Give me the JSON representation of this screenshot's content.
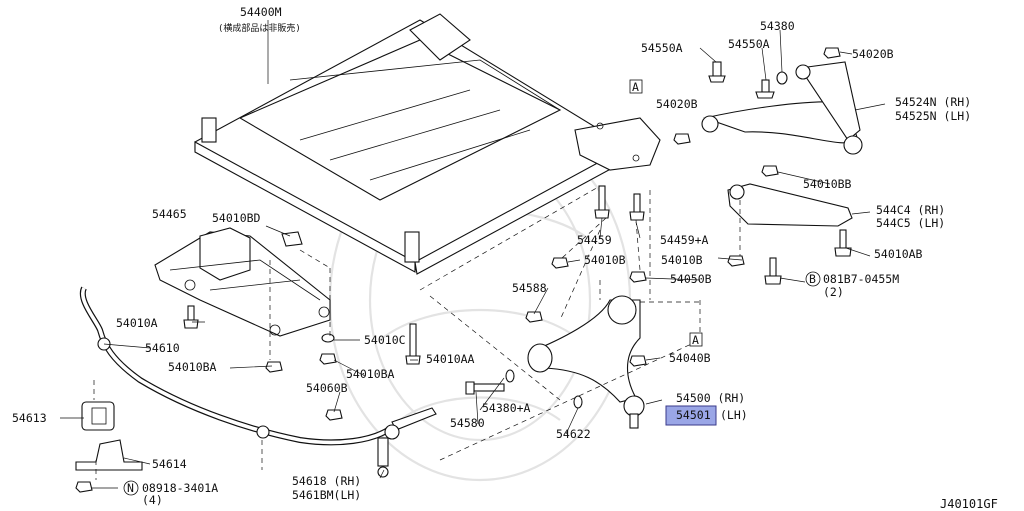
{
  "diagram": {
    "labels": {
      "p54400M": "54400M",
      "p54400M_note": "(横成部品は非販売)",
      "p54380": "54380",
      "p54550A_1": "54550A",
      "p54550A_2": "54550A",
      "p54020B_1": "54020B",
      "p54020B_2": "54020B",
      "p54524N": "54524N (RH)",
      "p54525N": "54525N (LH)",
      "p54010BB": "54010BB",
      "p544C4": "544C4 (RH)",
      "p544C5": "544C5 (LH)",
      "p54010AB": "54010AB",
      "p08187": "081B7-0455M",
      "p08187_qty": "(2)",
      "p54465": "54465",
      "p54010BD": "54010BD",
      "p54459": "54459",
      "p54459A": "54459+A",
      "p54010B_1": "54010B",
      "p54010B_2": "54010B",
      "p54050B": "54050B",
      "p54588": "54588",
      "p54010A": "54010A",
      "p54610": "54610",
      "p54010C": "54010C",
      "p54010AA": "54010AA",
      "p54010BA_1": "54010BA",
      "p54010BA_2": "54010BA",
      "p54040B": "54040B",
      "p54060B": "54060B",
      "p54500": "54500 (RH)",
      "p54501": "54501",
      "p54501_side": "(LH)",
      "p54380A": "54380+A",
      "p54613": "54613",
      "p54580": "54580",
      "p54622": "54622",
      "p54614": "54614",
      "p54618": "54618 (RH)",
      "p5461BM": "5461BM(LH)",
      "p08918": "08918-3401A",
      "p08918_qty": "(4)",
      "ref_a1": "A",
      "ref_a2": "A",
      "circle_b": "B",
      "circle_n": "N",
      "diagram_id": "J40101GF"
    },
    "highlight_color": "#9aa6e6",
    "highlighted_part": "54501"
  }
}
